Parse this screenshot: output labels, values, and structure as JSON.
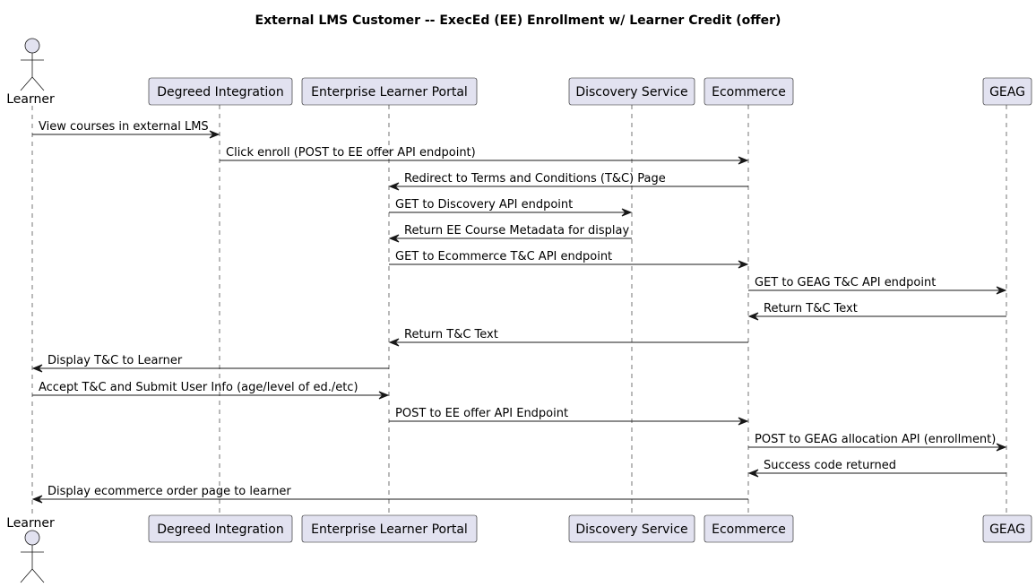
{
  "title": "External LMS Customer -- ExecEd (EE) Enrollment w/ Learner Credit (offer)",
  "participants": [
    {
      "id": "learner",
      "label": "Learner",
      "kind": "actor"
    },
    {
      "id": "degreed",
      "label": "Degreed Integration",
      "kind": "box"
    },
    {
      "id": "portal",
      "label": "Enterprise Learner Portal",
      "kind": "box"
    },
    {
      "id": "discovery",
      "label": "Discovery Service",
      "kind": "box"
    },
    {
      "id": "ecommerce",
      "label": "Ecommerce",
      "kind": "box"
    },
    {
      "id": "geag",
      "label": "GEAG",
      "kind": "box"
    }
  ],
  "messages": [
    {
      "from": "learner",
      "to": "degreed",
      "text": "View courses in external LMS"
    },
    {
      "from": "degreed",
      "to": "ecommerce",
      "text": "Click enroll (POST to EE offer API endpoint)"
    },
    {
      "from": "ecommerce",
      "to": "portal",
      "text": "Redirect to Terms and Conditions (T&C) Page"
    },
    {
      "from": "portal",
      "to": "discovery",
      "text": "GET to Discovery API endpoint"
    },
    {
      "from": "discovery",
      "to": "portal",
      "text": "Return EE Course Metadata for display"
    },
    {
      "from": "portal",
      "to": "ecommerce",
      "text": "GET to Ecommerce T&C API endpoint"
    },
    {
      "from": "ecommerce",
      "to": "geag",
      "text": "GET to GEAG T&C API endpoint"
    },
    {
      "from": "geag",
      "to": "ecommerce",
      "text": "Return T&C Text"
    },
    {
      "from": "ecommerce",
      "to": "portal",
      "text": "Return T&C Text"
    },
    {
      "from": "portal",
      "to": "learner",
      "text": "Display T&C to Learner"
    },
    {
      "from": "learner",
      "to": "portal",
      "text": "Accept T&C and Submit User Info (age/level of ed./etc)"
    },
    {
      "from": "portal",
      "to": "ecommerce",
      "text": "POST to EE offer API Endpoint"
    },
    {
      "from": "ecommerce",
      "to": "geag",
      "text": "POST to GEAG allocation API (enrollment)"
    },
    {
      "from": "geag",
      "to": "ecommerce",
      "text": "Success code returned"
    },
    {
      "from": "ecommerce",
      "to": "learner",
      "text": "Display ecommerce order page to learner"
    }
  ]
}
